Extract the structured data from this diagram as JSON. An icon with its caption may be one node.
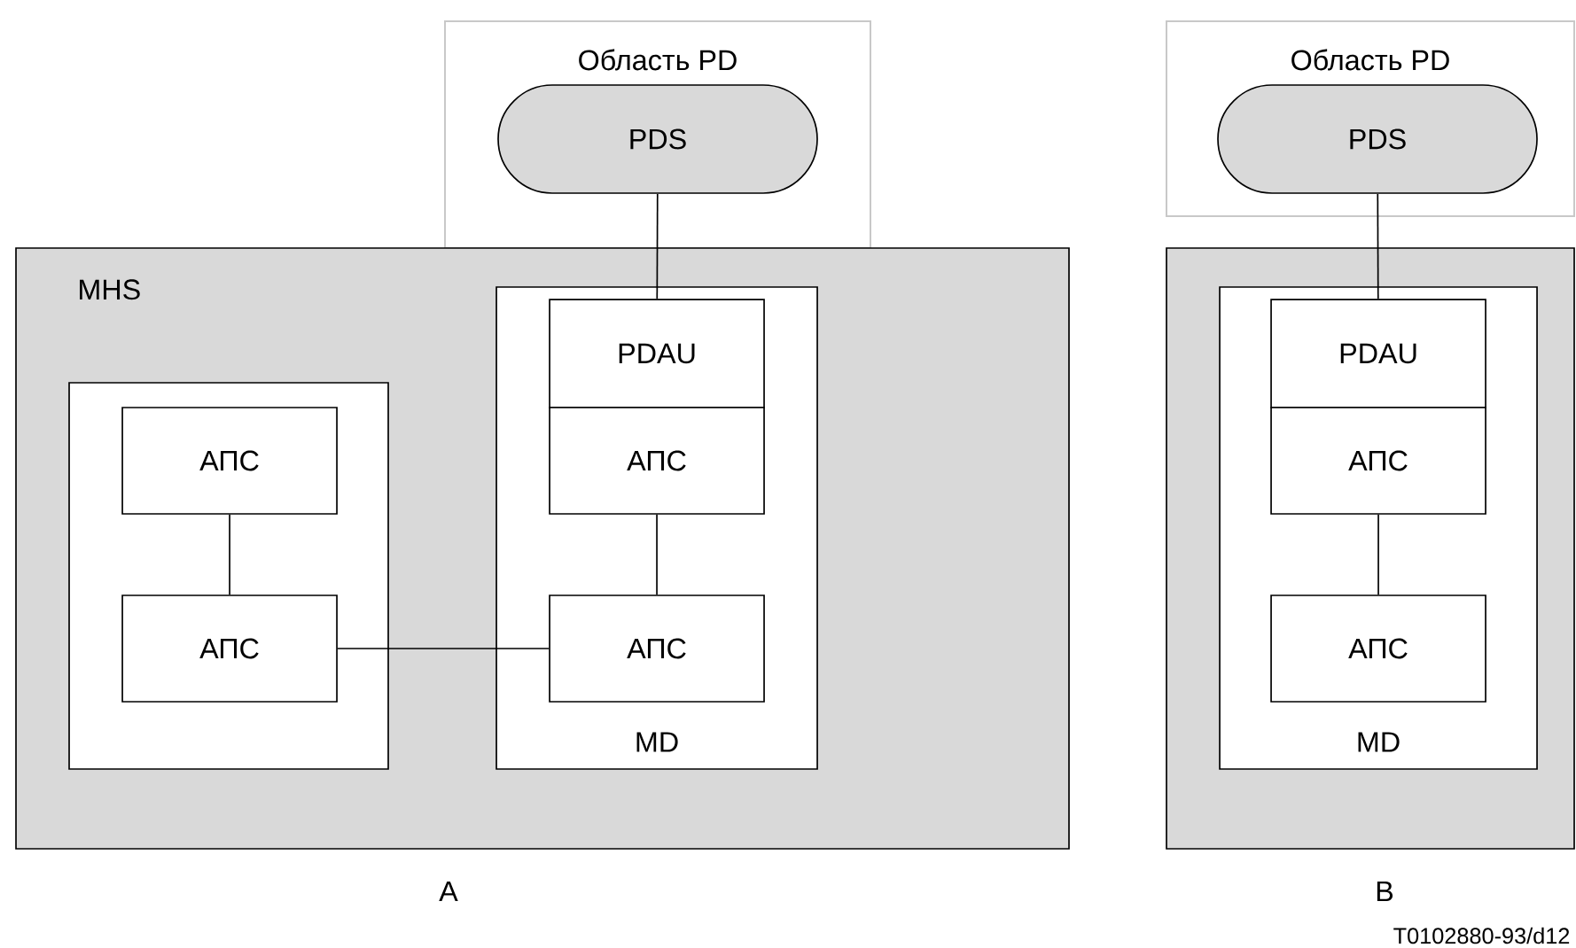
{
  "diagram": {
    "nodes": [
      {
        "text": [
          "Область PD"
        ]
      },
      {
        "text": [
          "PDS"
        ],
        "in": 0
      },
      {
        "text": [
          "MHS"
        ]
      },
      {
        "text": [],
        "shape": "box",
        "in": 2
      },
      {
        "text": [
          "АПС"
        ],
        "in": 3
      },
      {
        "text": [
          "АПС"
        ],
        "in": 3
      },
      {
        "text": [
          "MD"
        ],
        "in": 2
      },
      {
        "text": [
          "PDAU"
        ],
        "in": 6
      },
      {
        "text": [
          "АПС"
        ],
        "in": 6
      },
      {
        "text": [
          "АПС"
        ],
        "in": 6
      },
      {
        "text": [
          "Область PD"
        ]
      },
      {
        "text": [
          "PDS"
        ],
        "in": 10
      },
      {
        "text": [],
        "shape": "box"
      },
      {
        "text": [
          "MD"
        ],
        "in": 12
      },
      {
        "text": [
          "PDAU"
        ],
        "in": 13
      },
      {
        "text": [
          "АПС"
        ],
        "in": 13
      },
      {
        "text": [
          "АПС"
        ],
        "in": 13
      }
    ],
    "edges": [
      {
        "from": 1,
        "to": 7,
        "arrow": "none"
      },
      {
        "from": 4,
        "to": 5,
        "arrow": "none"
      },
      {
        "from": 5,
        "to": 9,
        "arrow": "none"
      },
      {
        "from": 8,
        "to": 9,
        "arrow": "none"
      },
      {
        "from": 11,
        "to": 14,
        "arrow": "none"
      },
      {
        "from": 15,
        "to": 16,
        "arrow": "none"
      }
    ],
    "labels": [
      "A",
      "B",
      "T0102880-93/d12"
    ]
  }
}
